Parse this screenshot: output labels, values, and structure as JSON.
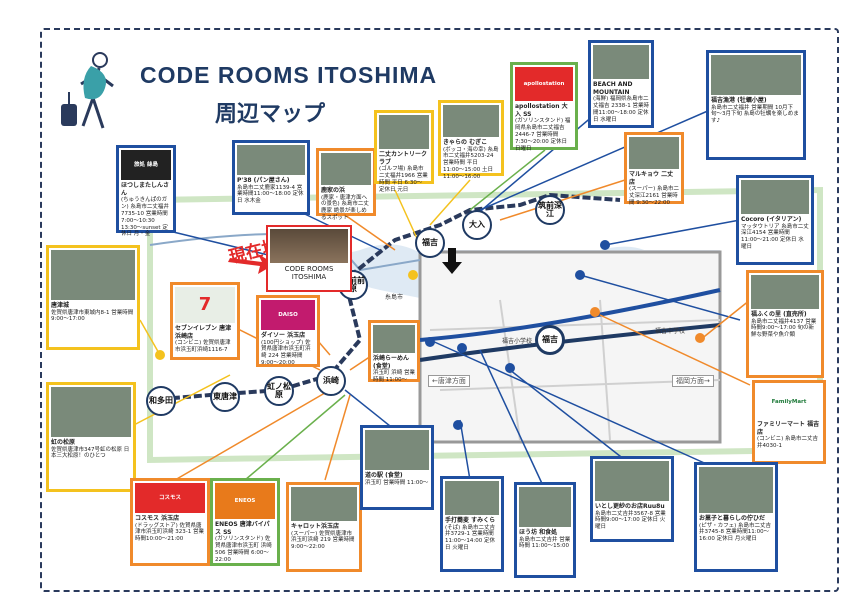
{
  "header": {
    "title": "CODE ROOMS ITOSHIMA",
    "subtitle": "周辺マップ"
  },
  "current_location": {
    "label": "現在地",
    "card_line1": "CODE ROOMS",
    "card_line2": "ITOSHIMA"
  },
  "stations": {
    "nishi_karatsu": "和多田",
    "higashi_karatsu": "東唐津",
    "niji_no_matsubara": "虹ノ松原",
    "hamasaki": "浜崎",
    "chikuzen_maebaru": "筑前前原",
    "fukuyoshi": "福吉",
    "daiiri": "大入",
    "shikaka": "筑前深江",
    "maebaru": "福吉"
  },
  "direction_labels": {
    "karatsu": "←唐津方面",
    "fukuoka": "福岡方面→"
  },
  "map_labels": {
    "itoshima": "糸島市",
    "fukuyoshi_ps": "福吉小学校",
    "fukuyoshi_jhs": "福吉中学校"
  },
  "places": [
    {
      "id": "shisui",
      "name": "ほつしまたしんさん",
      "desc": "(ちゅうきんぱのガン) 糸島市二丈福井7735-10 営業時間7:00〜10:30 13:30〜sunset 定休日 月・金",
      "color": "blue",
      "photo": "旅処 絲島"
    },
    {
      "id": "p38",
      "name": "P'38 (パン屋さん)",
      "desc": "糸島市二丈鹿家1139-4 営業時間11:00〜18:00 定休日 水木金",
      "color": "blue",
      "photo": ""
    },
    {
      "id": "beach",
      "name": "鹿家の浜",
      "desc": "(鹿家・唐津方面への景色) 糸島市二丈鹿家 絶景が楽しめるスポット",
      "color": "orange",
      "photo": ""
    },
    {
      "id": "nijo_cc",
      "name": "二丈カントリークラブ",
      "desc": "(ゴルフ場) 糸島市二丈福井1966 営業時間 平日 6:30〜 定休日 元日",
      "color": "yellow",
      "photo": ""
    },
    {
      "id": "kaisen",
      "name": "きゃらの むぎこ",
      "desc": "(ボッコ・海の幸) 糸島市二丈福井5203-24 営業時間 平日11:00〜15:00 土日11:00〜16:00",
      "color": "yellow",
      "photo": ""
    },
    {
      "id": "apollo",
      "name": "apollostation 大入 SS",
      "desc": "(ガソリンスタンド) 福岡県糸島市二丈福吉 2446-7 営業時間 7:30〜20:00 定休日 日曜日",
      "color": "green",
      "photo": "apollostation"
    },
    {
      "id": "beach_mountain",
      "name": "BEACH AND MOUNTAIN",
      "desc": "(海鮮) 福岡県糸島市二丈福吉 2338-1 営業時間11:00〜18:00 定休日 水曜日",
      "color": "blue",
      "photo": ""
    },
    {
      "id": "kaki",
      "name": "福吉漁港 (牡蠣小屋)",
      "desc": "糸島市二丈福井 営業期間 10月下旬〜3月下旬 糸島の牡蠣を楽しめます♪",
      "color": "blue",
      "photo": ""
    },
    {
      "id": "marukyo",
      "name": "マルキョウ 二丈店",
      "desc": "(スーパー) 糸島市二丈深江2161 営業時間 9:30〜22:00",
      "color": "orange",
      "photo": ""
    },
    {
      "id": "cocoro",
      "name": "Cocoro (イタリアン)",
      "desc": "マッタウトリア 糸島市二丈深江4154 営業時間11:00〜21:00 定休日 水曜日",
      "color": "blue",
      "photo": ""
    },
    {
      "id": "fukae_hot",
      "name": "福ふくの里 (直売所)",
      "desc": "糸島市二丈福井4137 営業時間9:00〜17:00 旬の新鮮な野菜や魚介類",
      "color": "orange",
      "photo": ""
    },
    {
      "id": "familymart",
      "name": "ファミリーマート 福吉店",
      "desc": "(コンビニ) 糸島市二丈吉井4030-1",
      "color": "orange",
      "photo": "FamilyMart"
    },
    {
      "id": "karatsu_castle",
      "name": "唐津城",
      "desc": "佐賀県唐津市東城内8-1 営業時間9:00〜17:00",
      "color": "yellow",
      "photo": ""
    },
    {
      "id": "seven",
      "name": "セブンイレブン 唐津浜崎店",
      "desc": "(コンビニ) 佐賀県唐津市浜玉町浜崎1116-7",
      "color": "orange",
      "photo": "7"
    },
    {
      "id": "daiso",
      "name": "ダイソー 浜玉店",
      "desc": "(100円ショップ) 佐賀県唐津市浜玉町浜崎 224 営業時間 9:00〜20:00",
      "color": "orange",
      "photo": "DAISO"
    },
    {
      "id": "hamasaki_cafe",
      "name": "浜崎らーめん (食堂)",
      "desc": "浜玉町 浜崎 営業時間 11:00〜",
      "color": "orange",
      "photo": ""
    },
    {
      "id": "niji",
      "name": "虹の松原",
      "desc": "佐賀県唐津市347号虹の松原 日本三大松原！のひとつ",
      "color": "yellow",
      "photo": ""
    },
    {
      "id": "cosmos",
      "name": "コスモス 浜玉店",
      "desc": "(ドラッグストア) 佐賀県唐津市浜玉町浜崎 323-1 営業時間10:00〜21:00",
      "color": "orange",
      "photo": "コスモス"
    },
    {
      "id": "eneos",
      "name": "ENEOS 唐津バイパス SS",
      "desc": "(ガソリンスタンド) 佐賀県唐津市浜玉町 浜崎506 営業時間 6:00〜22:00",
      "color": "green",
      "photo": "ENEOS"
    },
    {
      "id": "kyarotto",
      "name": "キャロット浜玉店",
      "desc": "(スーパー) 佐賀県唐津市浜玉町浜崎 219 営業時間9:00〜22:00",
      "color": "orange",
      "photo": ""
    },
    {
      "id": "kyo",
      "name": "道の駅 (食堂)",
      "desc": "浜玉町 営業時間 11:00〜",
      "color": "blue",
      "photo": ""
    },
    {
      "id": "soba",
      "name": "手打蕎麦 すみくら",
      "desc": "(そば) 糸島市二丈吉井3729-1 営業時間11:00〜14:00 定休日 火曜日",
      "color": "blue",
      "photo": ""
    },
    {
      "id": "maido",
      "name": "ほう坊 和食処",
      "desc": "糸島市二丈吉井 営業時間 11:00〜15:00",
      "color": "blue",
      "photo": ""
    },
    {
      "id": "itoshi",
      "name": "いとし更紗のお店Ruu8u",
      "desc": "糸島市二丈吉井3567-8 営業時間9:00〜17:00 定休日 火曜日",
      "color": "blue",
      "photo": ""
    },
    {
      "id": "pizza",
      "name": "お菓子と暮らしの佇ひだ",
      "desc": "(ピザ・カフェ) 糸島市二丈吉井3745-8 営業時間11:00〜16:00 定休日 月火曜日",
      "color": "blue",
      "photo": ""
    }
  ]
}
